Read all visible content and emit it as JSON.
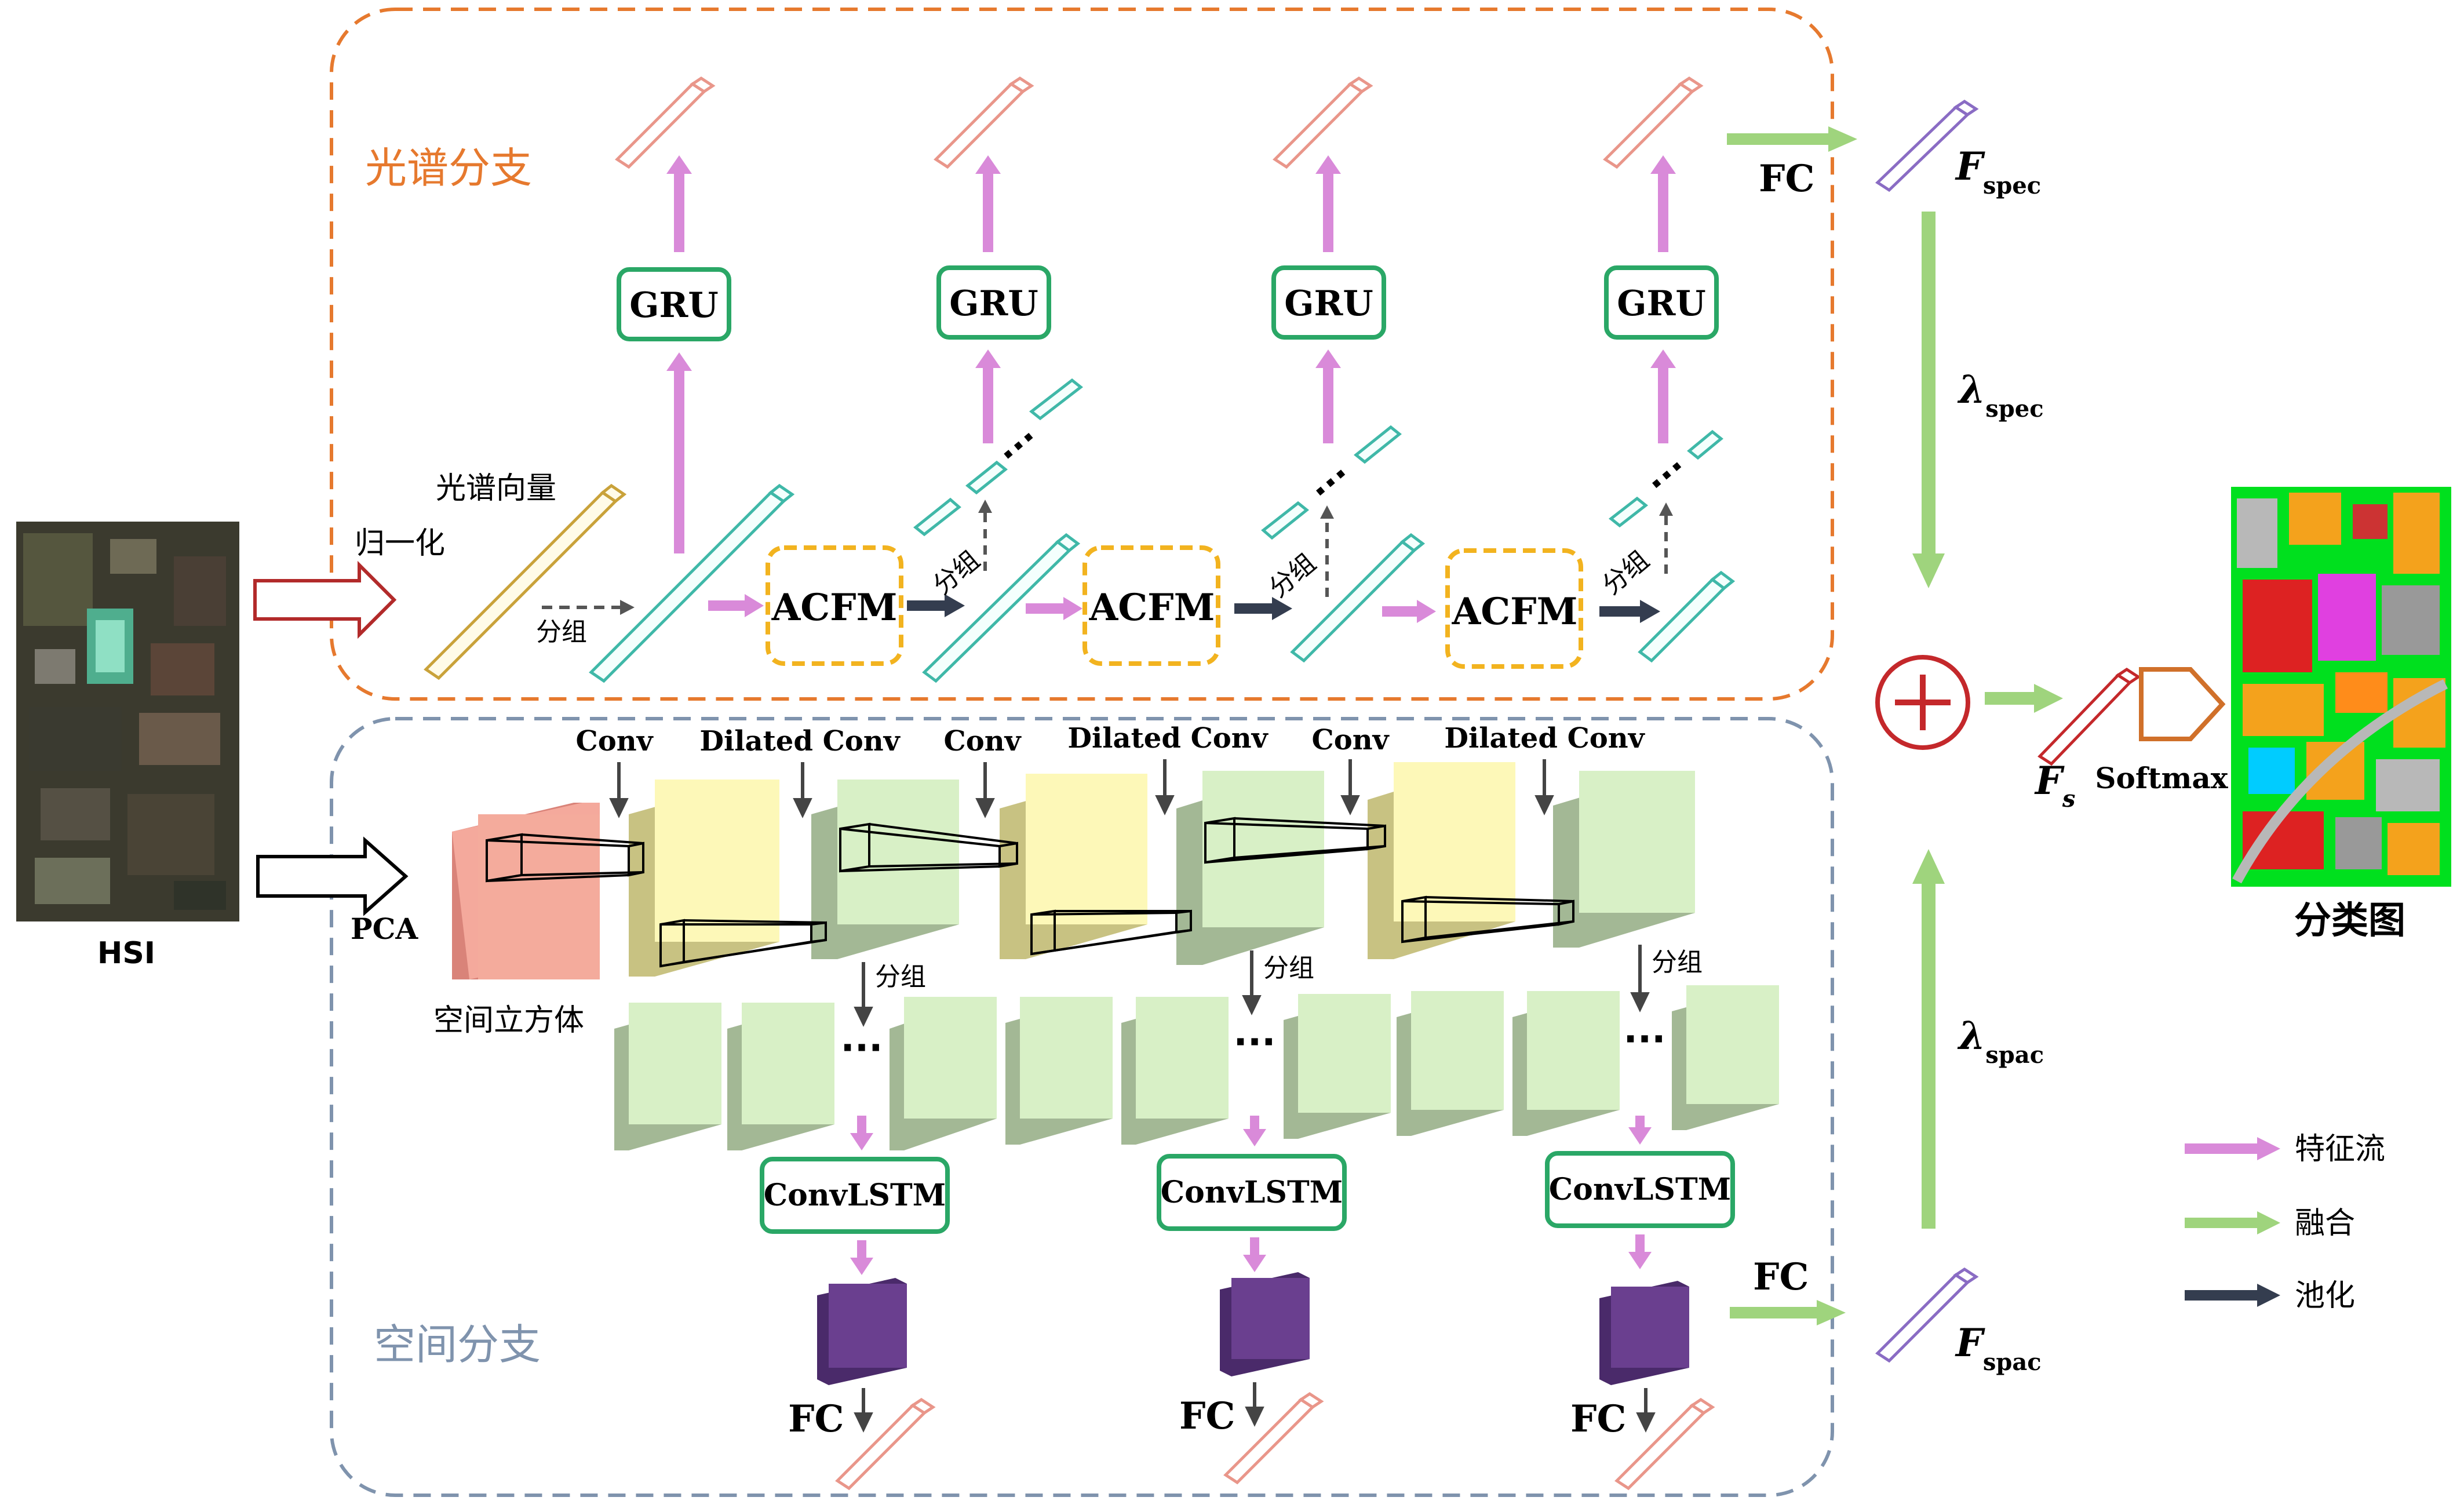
{
  "branches": {
    "spectral_title": "光谱分支",
    "spatial_title": "空间分支"
  },
  "input": {
    "hsi_label": "HSI",
    "normalize_label": "归一化",
    "pca_label": "PCA",
    "spectral_vector_label": "光谱向量",
    "spatial_cube_label": "空间立方体"
  },
  "spectral": {
    "group_label": "分组",
    "gru_label": "GRU",
    "acfm_label": "ACFM",
    "fc_label": "FC",
    "feature_label_main": "F",
    "feature_label_sub": "spec",
    "lambda_main": "λ",
    "lambda_sub": "spec"
  },
  "spatial": {
    "conv_label": "Conv",
    "dilated_conv_label": "Dilated Conv",
    "group_label": "分组",
    "dots": "···",
    "convlstm_label": "ConvLSTM",
    "fc_label": "FC",
    "feature_label_main": "F",
    "feature_label_sub": "spac",
    "lambda_main": "λ",
    "lambda_sub": "spac"
  },
  "fusion": {
    "fs_main": "F",
    "fs_sub": "s",
    "softmax_label": "Softmax",
    "classmap_label": "分类图"
  },
  "legend": {
    "feature_flow": "特征流",
    "fusion": "融合",
    "pooling": "池化"
  },
  "colors": {
    "spectral_border": "#e6792e",
    "spatial_border": "#7f93ad",
    "pink_arrow": "#d98ad9",
    "green_arrow": "#9fd47d",
    "dark_arrow": "#343d4f",
    "gru_border": "#2aa766",
    "acfm_border": "#f2b31f",
    "teal": "#3fb8a8",
    "salmon": "#e9968a",
    "purple": "#6a3f8f",
    "red_fusion": "#c4282b"
  }
}
